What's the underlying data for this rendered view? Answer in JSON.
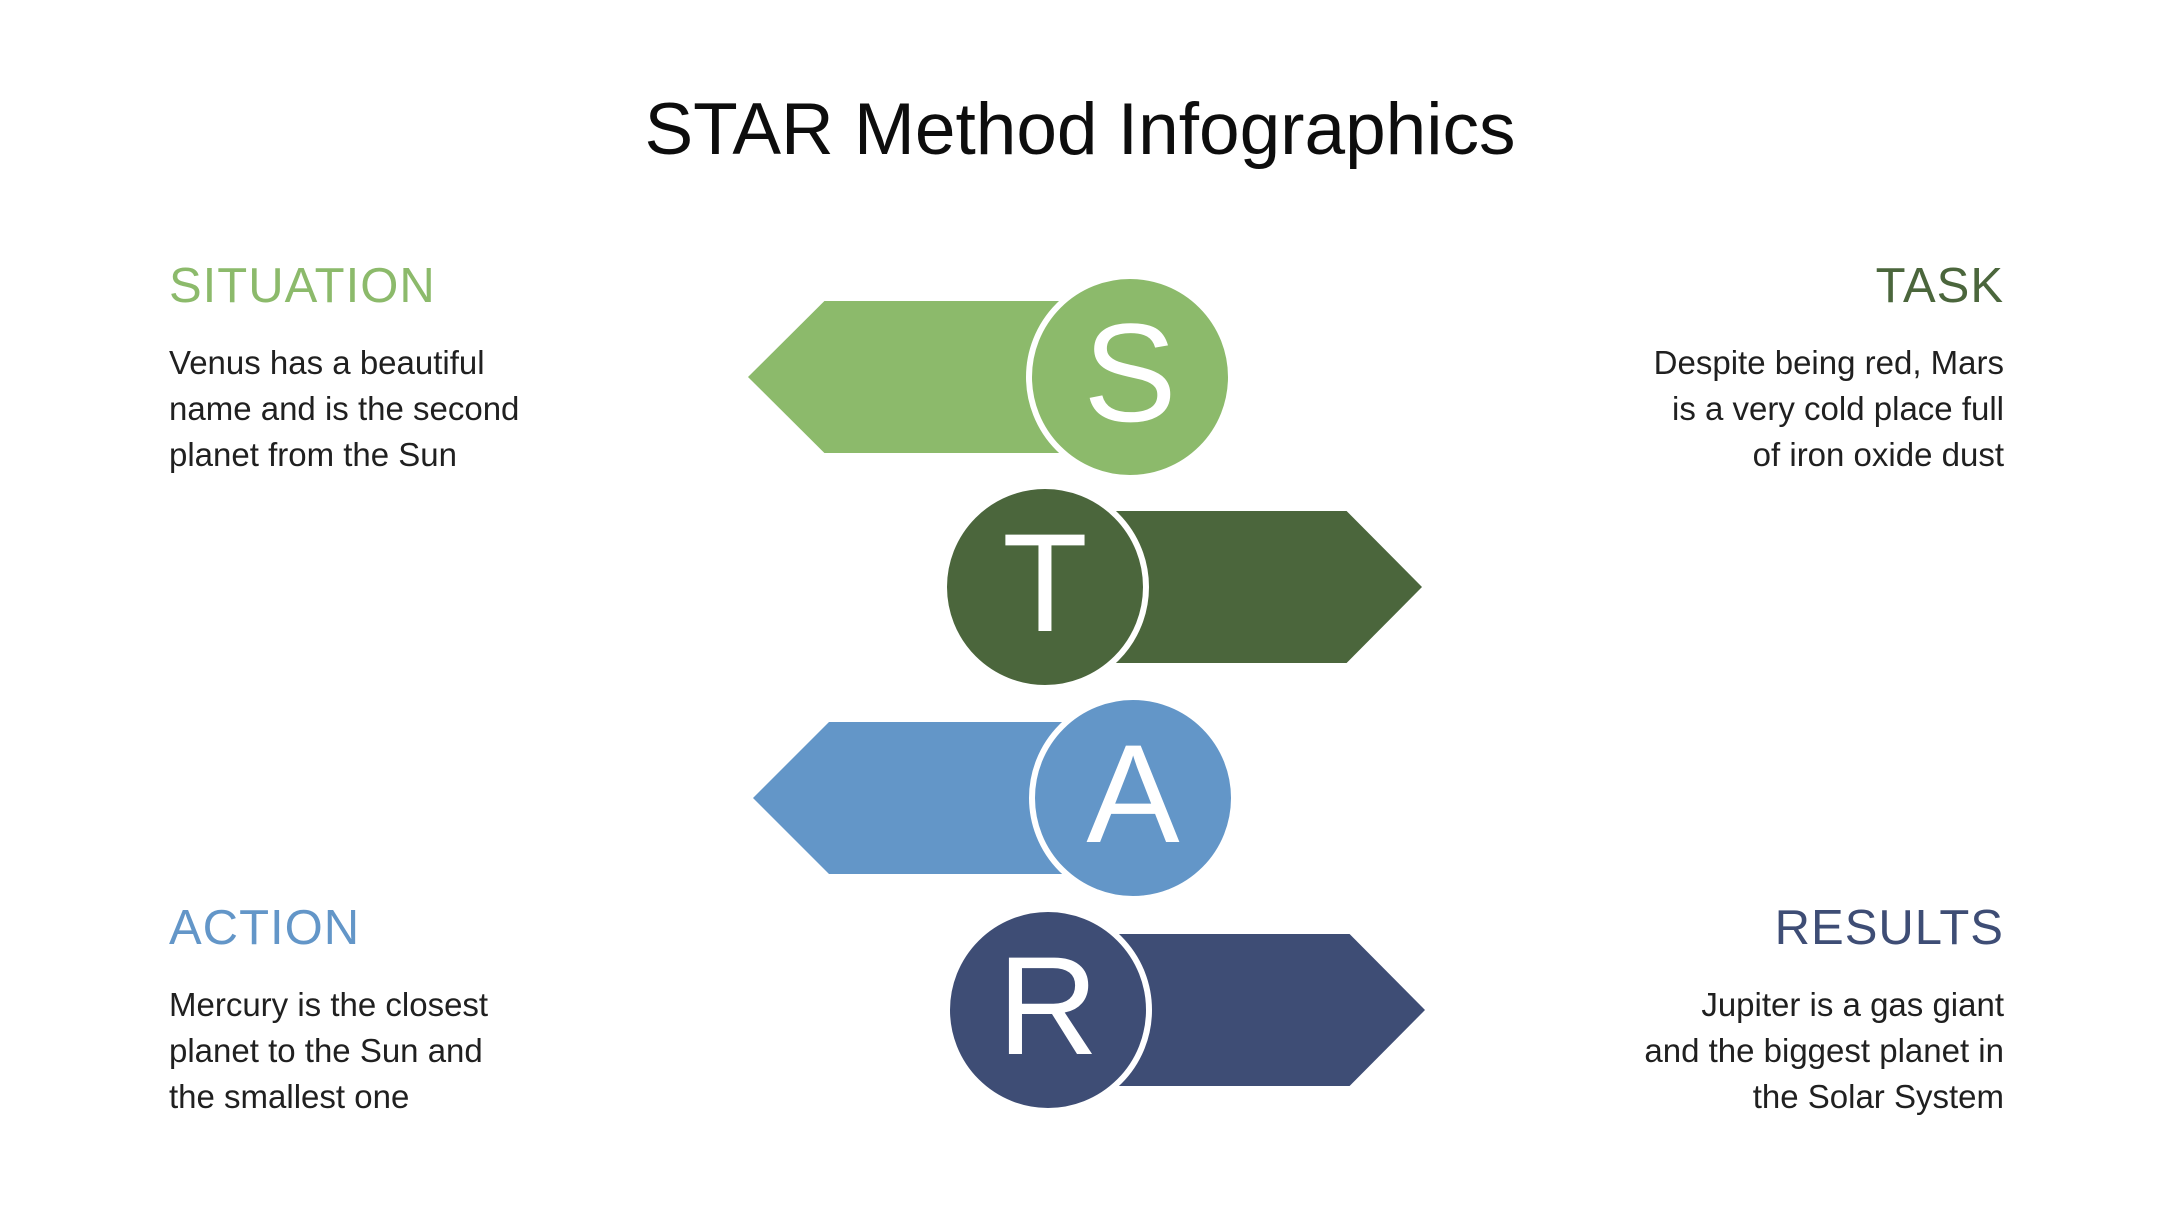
{
  "title": "STAR Method Infographics",
  "sections": {
    "situation": {
      "label": "SITUATION",
      "letter": "S",
      "color": "#8cba6b",
      "text": "Venus has a beautiful\nname and is the second\nplanet from the Sun"
    },
    "task": {
      "label": "TASK",
      "letter": "T",
      "color": "#4b663c",
      "text": "Despite being red, Mars\nis a very cold place full\nof iron oxide dust"
    },
    "action": {
      "label": "ACTION",
      "letter": "A",
      "color": "#6396c8",
      "text": "Mercury is the closest\nplanet to the Sun and\nthe smallest one"
    },
    "results": {
      "label": "RESULTS",
      "letter": "R",
      "color": "#3e4d75",
      "text": "Jupiter is a gas giant\nand the biggest planet in\nthe Solar System"
    }
  }
}
